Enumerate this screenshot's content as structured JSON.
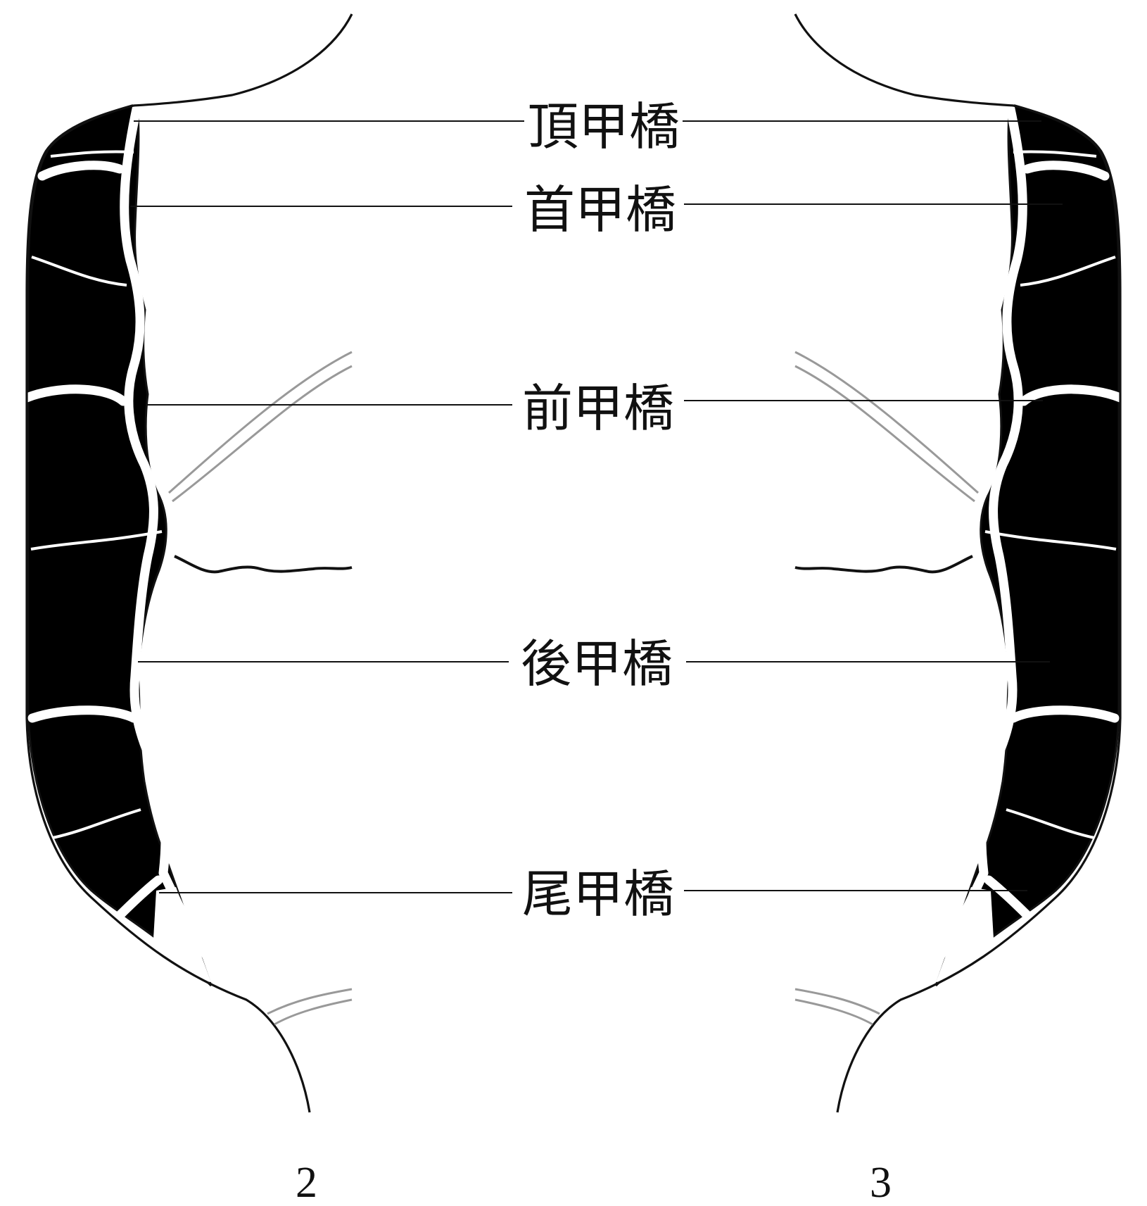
{
  "labels": {
    "apex": "頂甲橋",
    "neck": "首甲橋",
    "front": "前甲橋",
    "back": "後甲橋",
    "tail": "尾甲橋"
  },
  "figure_numbers": {
    "left": "2",
    "right": "3"
  },
  "colors": {
    "scute": "#000000",
    "seam": "#ffffff",
    "line": "#111111"
  }
}
